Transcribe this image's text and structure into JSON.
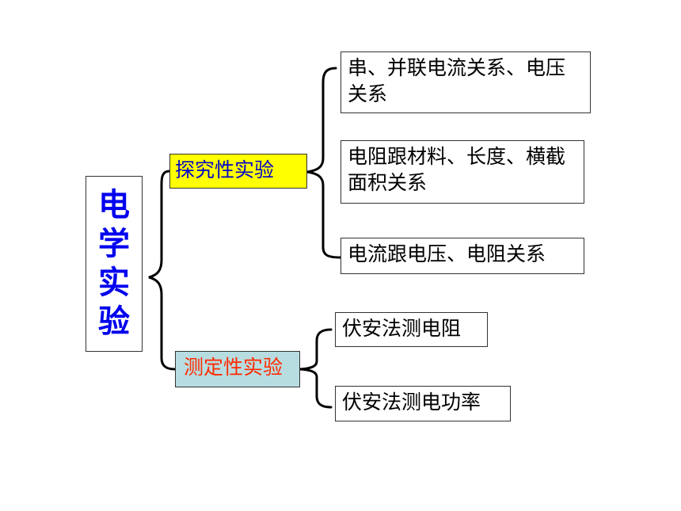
{
  "root": {
    "chars": [
      "电",
      "学",
      "实",
      "验"
    ]
  },
  "categories": [
    {
      "label": "探究性实验",
      "color": "#0000cc",
      "background": "#ffff00",
      "items": [
        "串、并联电流关系、电压关系",
        "电阻跟材料、长度、横截面积关系",
        "电流跟电压、电阻关系"
      ]
    },
    {
      "label": "测定性实验",
      "color": "#ff2a00",
      "background": "#b7dde1",
      "items": [
        "伏安法测电阻",
        "伏安法测电功率"
      ]
    }
  ],
  "colors": {
    "root_text": "#0000ee",
    "brace": "#000000"
  }
}
